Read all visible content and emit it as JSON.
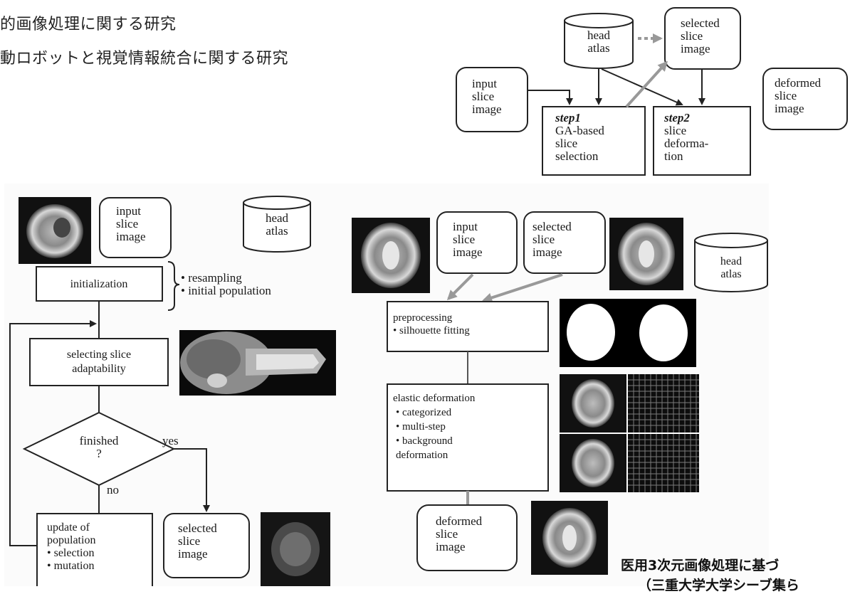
{
  "header": {
    "line1": "的画像処理に関する研究",
    "line2": "動ロボットと視覚情報統合に関する研究"
  },
  "caption": {
    "line1": "医用3次元画像処理に基づ",
    "line2": "（三重大学大学シーブ集ら"
  },
  "top_diagram": {
    "head_atlas": [
      "head",
      "atlas"
    ],
    "selected_slice_image": [
      "selected",
      "slice",
      "image"
    ],
    "input_slice_image": [
      "input",
      "slice",
      "image"
    ],
    "deformed_slice_image": [
      "deformed",
      "slice",
      "image"
    ],
    "step1_title": "step1",
    "step1_body": [
      "GA-based",
      "slice",
      "selection"
    ],
    "step2_title": "step2",
    "step2_body": [
      "slice",
      "deforma-",
      "tion"
    ]
  },
  "left_flow": {
    "input_slice_image": [
      "input",
      "slice",
      "image"
    ],
    "head_atlas": [
      "head",
      "atlas"
    ],
    "initialization": "initialization",
    "init_notes": [
      "• resampling",
      "• initial population"
    ],
    "selecting": [
      "selecting slice",
      "adaptability"
    ],
    "finished": [
      "finished",
      "?"
    ],
    "yes": "yes",
    "no": "no",
    "update": [
      "update of",
      "population",
      "• selection",
      "• mutation"
    ],
    "selected_slice_image": [
      "selected",
      "slice",
      "image"
    ]
  },
  "right_flow": {
    "input_slice_image": [
      "input",
      "slice",
      "image"
    ],
    "selected_slice_image": [
      "selected",
      "slice",
      "image"
    ],
    "head_atlas": [
      "head",
      "atlas"
    ],
    "preprocessing": [
      "preprocessing",
      "• silhouette fitting"
    ],
    "elastic": [
      "elastic deformation",
      "• categorized",
      "• multi-step",
      "• background",
      "  deformation"
    ],
    "deformed_slice_image": [
      "deformed",
      "slice",
      "image"
    ]
  }
}
